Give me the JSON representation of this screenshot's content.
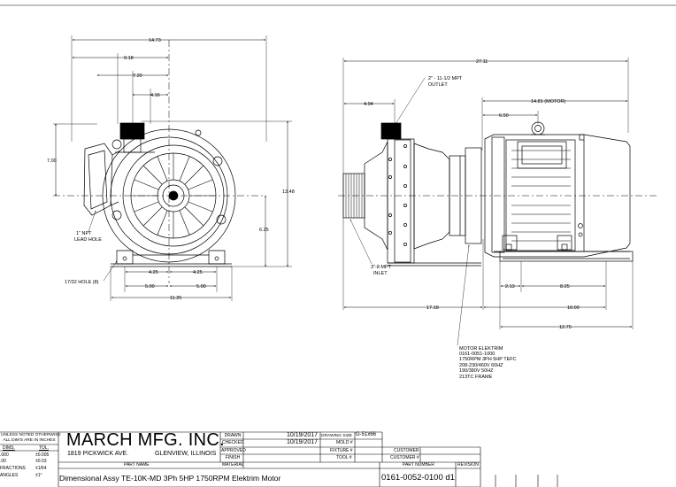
{
  "front_view": {
    "dims": {
      "overall_width": "14.73",
      "half_width": "9.18",
      "outlet_offset": "7.20",
      "shaft_offset": "4.16",
      "side_height": "7.00",
      "overall_height": "13.48",
      "shaft_height": "6.25",
      "foot_left": "4.25",
      "foot_right": "4.25",
      "bolt_left": "5.00",
      "bolt_right": "5.00",
      "base_width": "11.25"
    },
    "callouts": {
      "lead_hole": [
        "1\" NPT",
        "LEAD HOLE"
      ],
      "hole": "17/32 HOLE (8)"
    }
  },
  "side_view": {
    "dims": {
      "overall_length": "27.11",
      "outlet_to_end": "4.94",
      "motor_length": "14.81 (MOTOR)",
      "motor_half": "6.50",
      "foot_a": "2.13",
      "foot_b": "8.25",
      "pump_length": "17.18",
      "foot_span": "10.00",
      "base_length": "12.75"
    },
    "callouts": {
      "outlet": [
        "2\" - 11-1/2 MPT",
        "OUTLET"
      ],
      "inlet": [
        "3\"-8 MPT",
        "INLET"
      ],
      "motor_note": [
        "MOTOR ELEKTRIM",
        "0161-0051-1000",
        "1750RPM 3PH 5HP TEFC",
        "208-230/460V 60HZ",
        "190/380V 50HZ",
        "213TC FRAME"
      ]
    }
  },
  "title_block": {
    "tolerances": {
      "header": [
        "UNLESS NOTED OTHERWISE",
        "ALL DIM'S ARE IN INCHES"
      ],
      "col_dims": "DIMS.",
      "col_tol": "TOL.",
      "rows": [
        {
          "dim": ".000",
          "tol": "±0.005"
        },
        {
          "dim": ".00",
          "tol": "±0.03"
        },
        {
          "dim": "FRACTIONS",
          "tol": "±1/64"
        },
        {
          "dim": "ANGLES",
          "tol": "±1°"
        }
      ]
    },
    "company": "MARCH MFG. INC.",
    "address": "1819 PICKWICK AVE.",
    "city": "GLENVIEW, ILLINOIS",
    "labels": {
      "drawn": "DRAWN",
      "checked": "CHECKED",
      "approved": "APPROVED",
      "finish": "FINISH",
      "material": "MATERIAL",
      "drawing_size": "DRAWING SIZE",
      "mold": "MOLD #",
      "fixture": "FIXTURE #",
      "tool": "TOOL #",
      "customer": "CUSTOMER",
      "customer_no": "CUSTOMER #",
      "part_name": "PART NAME",
      "part_number": "PART NUMBER",
      "revision": "REVISION"
    },
    "drawn_date": "10/19/2017",
    "checked_date": "10/19/2017",
    "drawing_size": "G-51x66",
    "part_name": "Dimensional Assy TE-10K-MD 3Ph 5HP 1750RPM Elektrim Motor",
    "part_number": "0161-0052-0100 d1"
  }
}
